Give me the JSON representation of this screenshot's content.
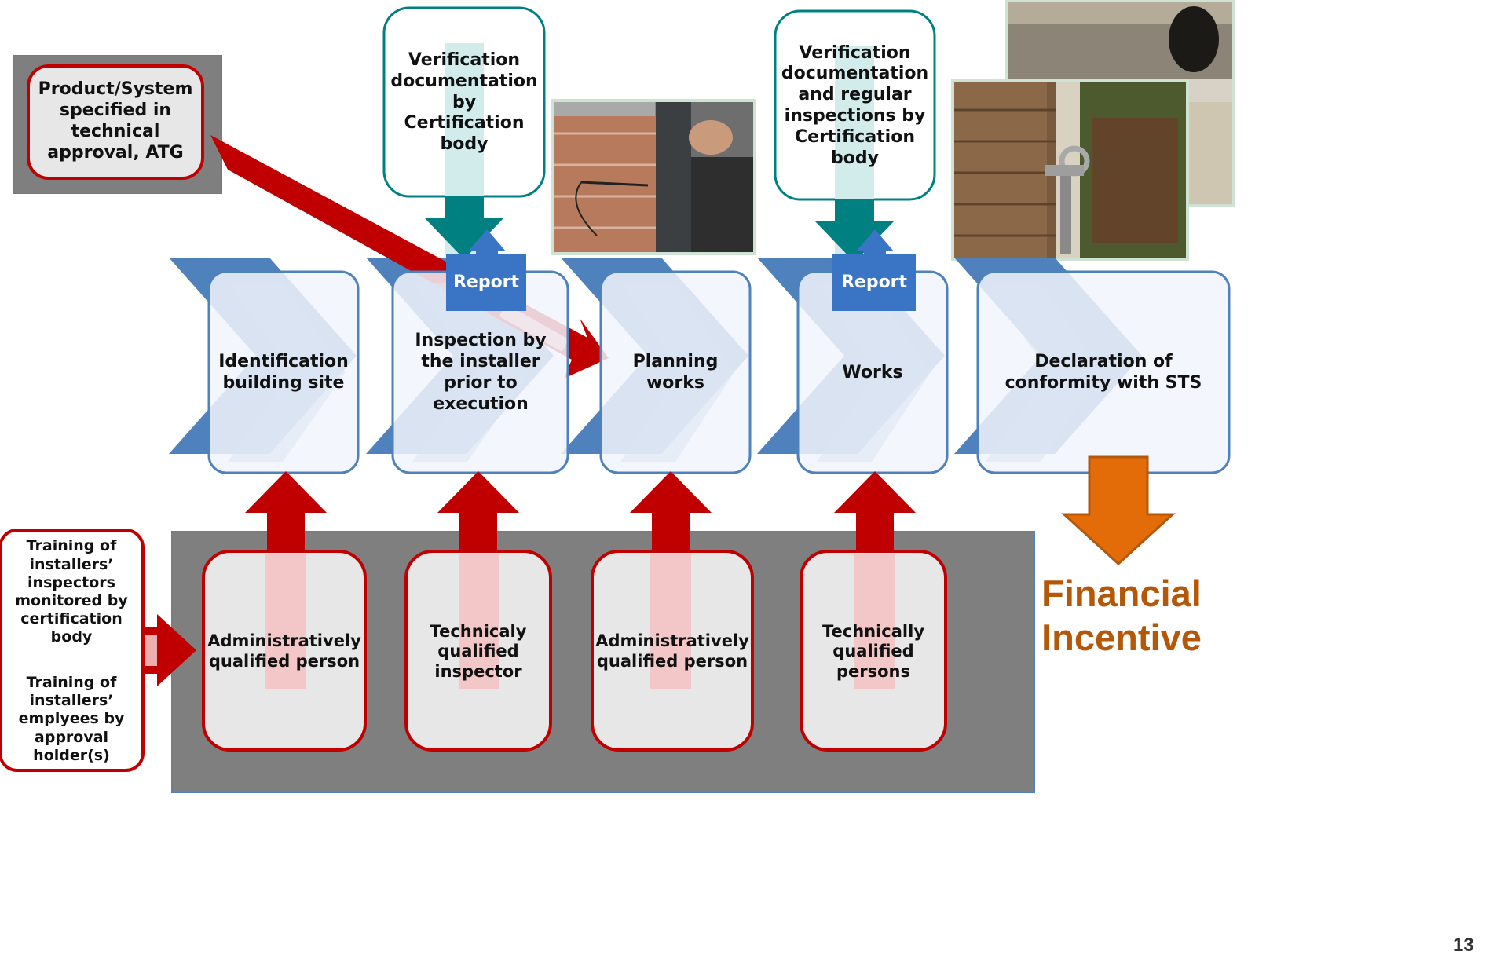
{
  "product_box": {
    "text": "Product/System specified in technical approval, ATG"
  },
  "verification_left": {
    "text": "Verification documentation by Certification body"
  },
  "verification_right": {
    "text": "Verification documentation and regular inspections by Certification body"
  },
  "report_labels": {
    "left": "Report",
    "right": "Report"
  },
  "steps": [
    {
      "label": "Identification building site"
    },
    {
      "label": "Inspection by the installer prior to execution"
    },
    {
      "label": "Planning works"
    },
    {
      "label": "Works"
    },
    {
      "label": "Declaration of conformity with STS"
    }
  ],
  "qualified": [
    {
      "label": "Administratively qualified person"
    },
    {
      "label": "Technicaly qualified inspector"
    },
    {
      "label": "Administratively qualified person"
    },
    {
      "label": "Technically qualified persons"
    }
  ],
  "training": {
    "inspectors": "Training of installers’ inspectors monitored by certification body",
    "employees": "Training of installers’ emplyees by approval holder(s)"
  },
  "incentive": {
    "line1": "Financial",
    "line2": "Incentive"
  },
  "page_number": "13",
  "colors": {
    "chevron_blue": "#4f81bd",
    "report_blue": "#3a74c4",
    "arrow_red": "#c00000",
    "teal": "#008080",
    "grey_panel": "#7f7f7f",
    "orange": "#e36c09",
    "incentive_text": "#b55709"
  },
  "photos": [
    "photo-hole-in-wall",
    "photo-hand-with-measuring-probe",
    "photo-anchor-on-brick-wall"
  ]
}
